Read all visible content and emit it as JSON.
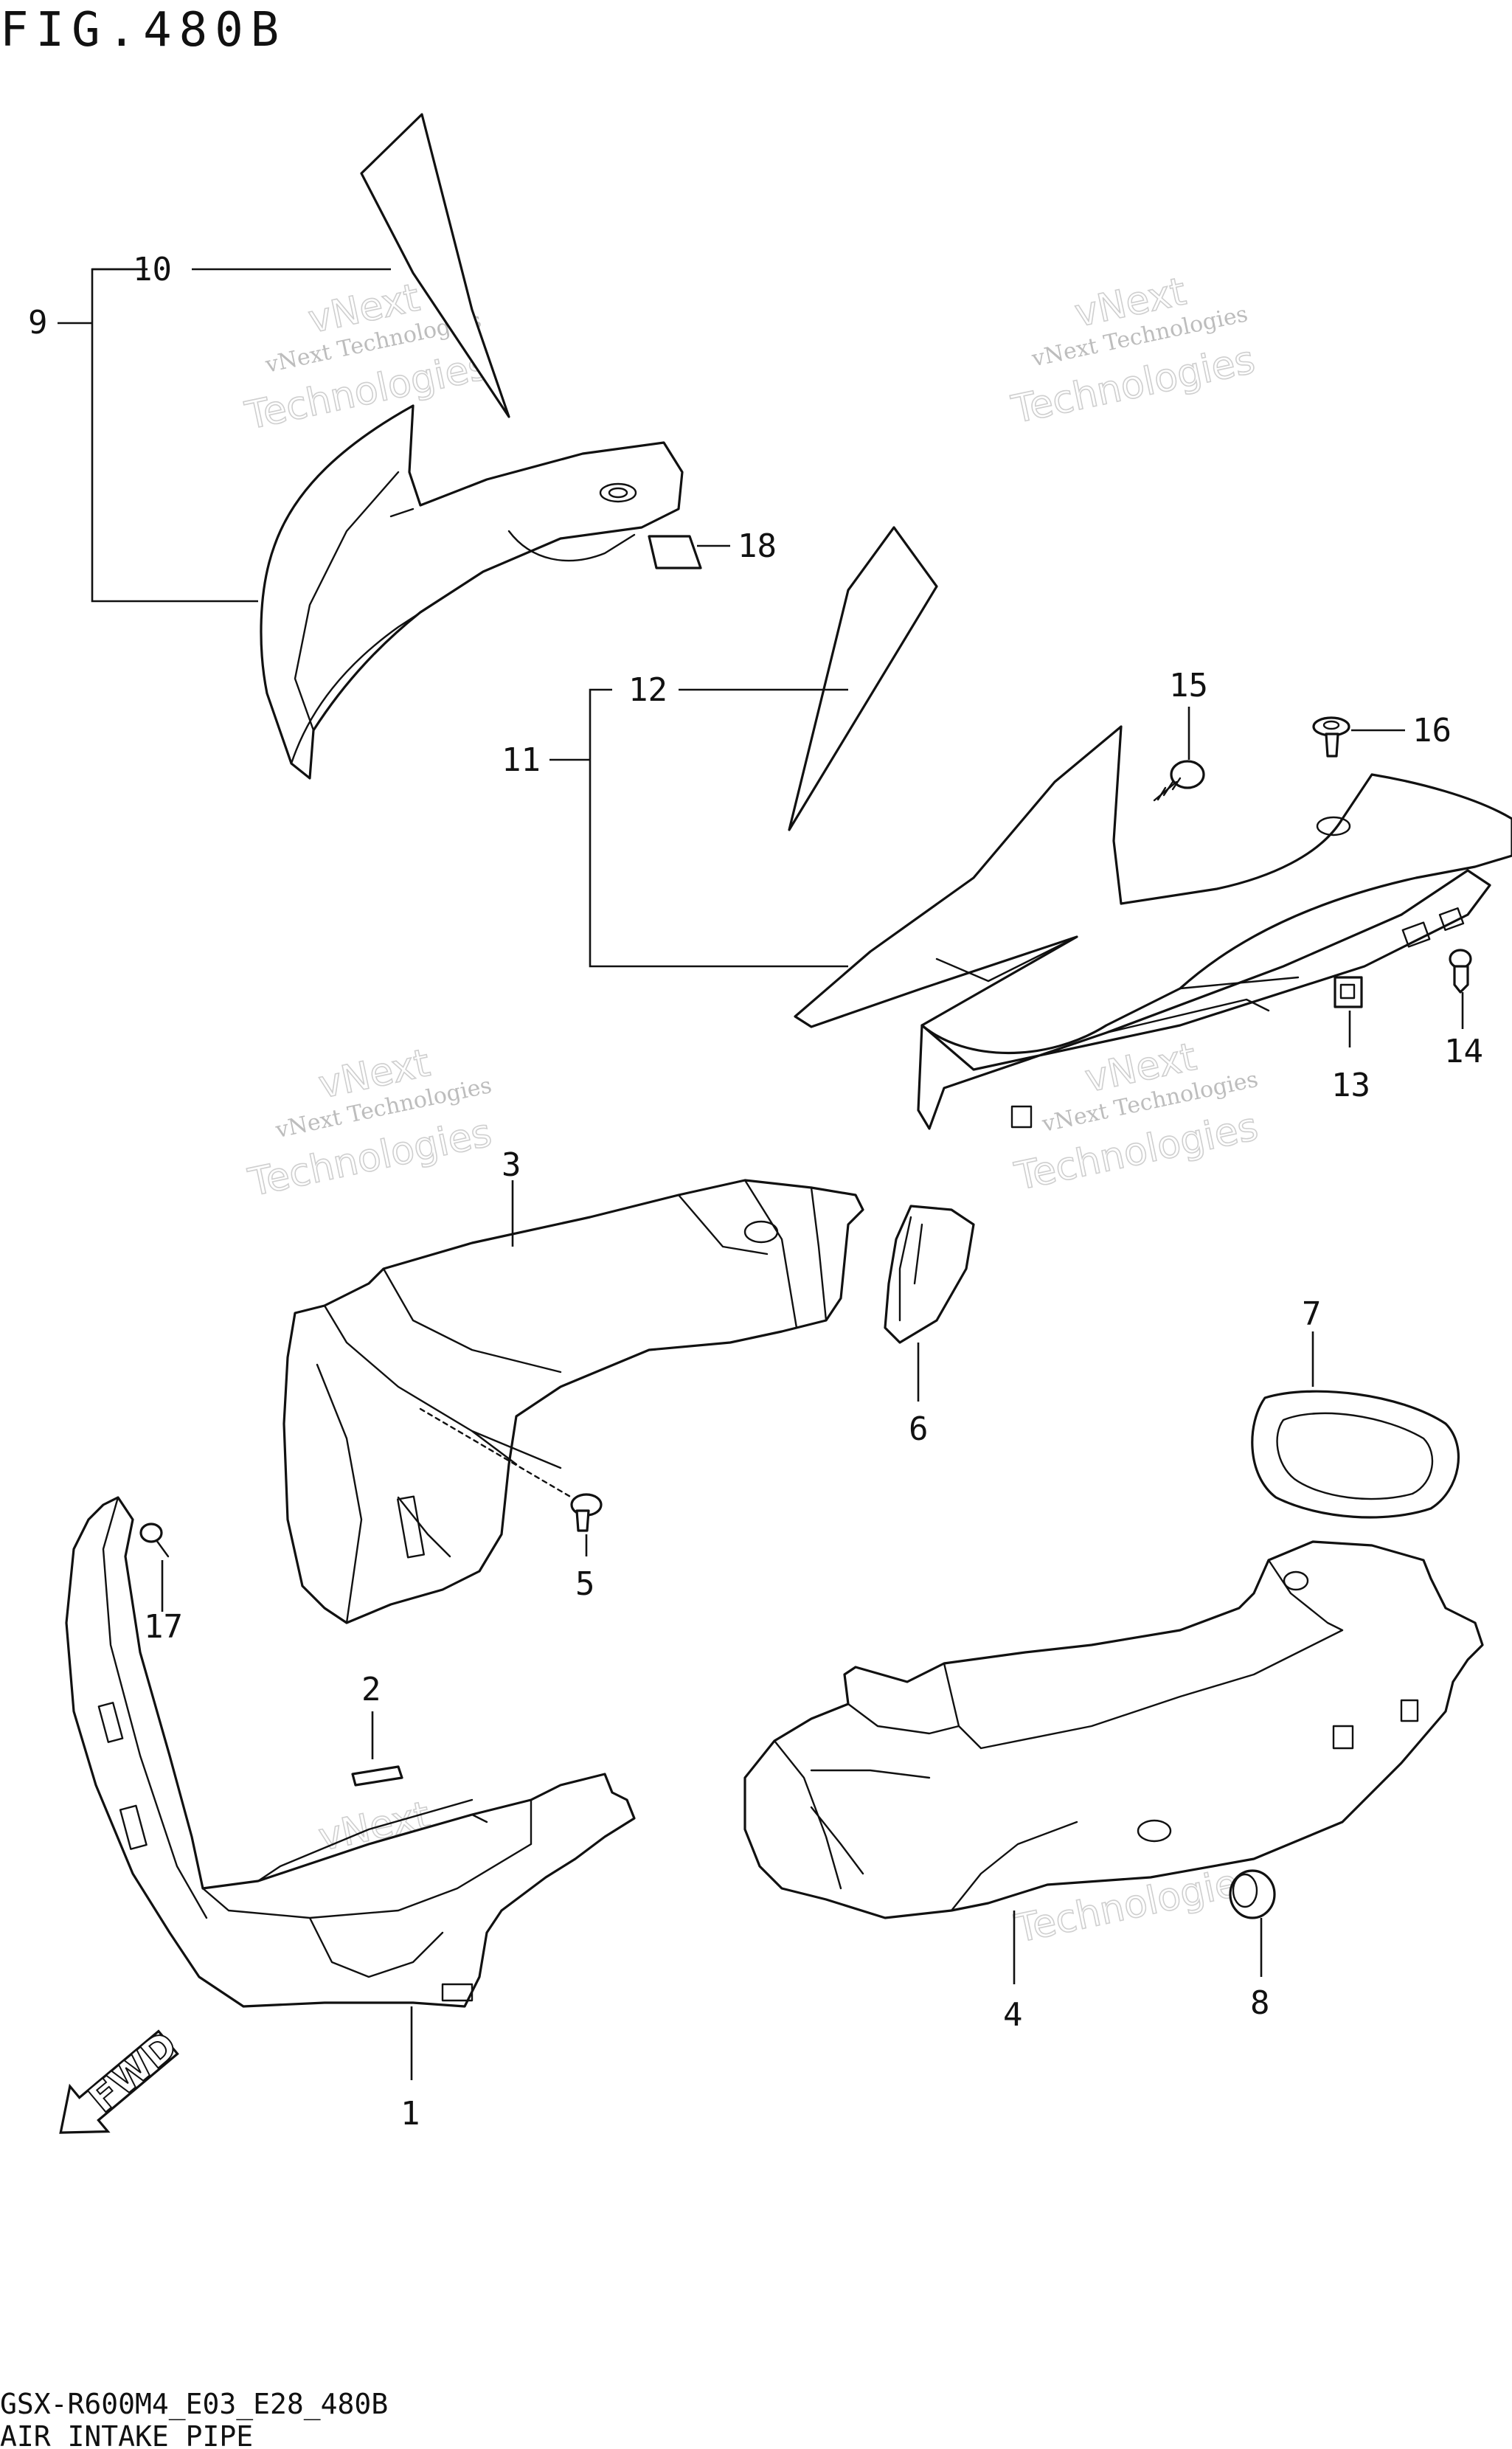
{
  "figure": {
    "title": "FIG.480B",
    "model_code": "GSX-R600M4_E03_E28_480B",
    "section_name": "AIR INTAKE PIPE",
    "direction_label": "FWD"
  },
  "watermark": {
    "line1": "vNext Technologies",
    "line2": "vNext",
    "line3": "Technologies"
  },
  "callouts": {
    "c1": "1",
    "c2": "2",
    "c3": "3",
    "c4": "4",
    "c5": "5",
    "c6": "6",
    "c7": "7",
    "c8": "8",
    "c9": "9",
    "c10": "10",
    "c11": "11",
    "c12": "12",
    "c13": "13",
    "c14": "14",
    "c15": "15",
    "c16": "16",
    "c17": "17",
    "c18": "18"
  }
}
